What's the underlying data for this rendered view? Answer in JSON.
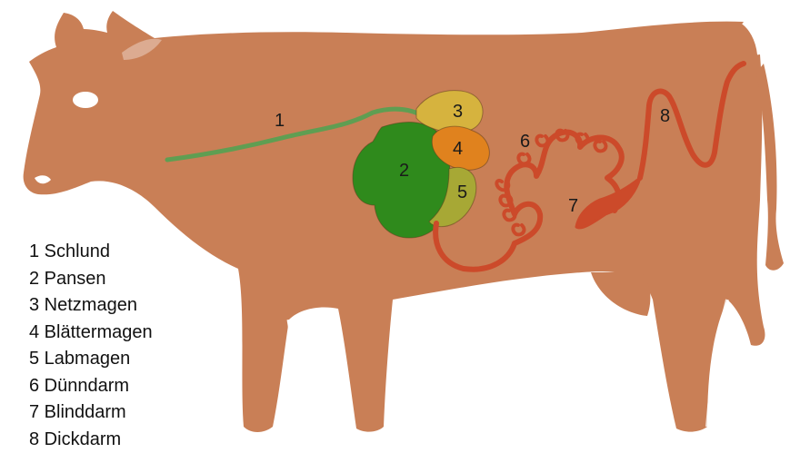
{
  "colors": {
    "body": "#c97f56",
    "schlund": "#5f9e52",
    "pansen": "#2f8a1c",
    "netzmagen": "#d6b33e",
    "blaettermagen": "#e0821e",
    "labmagen": "#a7a835",
    "darm": "#cc4a2a"
  },
  "labels": {
    "n1": "1",
    "n2": "2",
    "n3": "3",
    "n4": "4",
    "n5": "5",
    "n6": "6",
    "n7": "7",
    "n8": "8"
  },
  "legend": [
    "1 Schlund",
    "2 Pansen",
    "3 Netzmagen",
    "4 Blättermagen",
    "5 Labmagen",
    "6 Dünndarm",
    "7 Blinddarm",
    "8 Dickdarm"
  ]
}
